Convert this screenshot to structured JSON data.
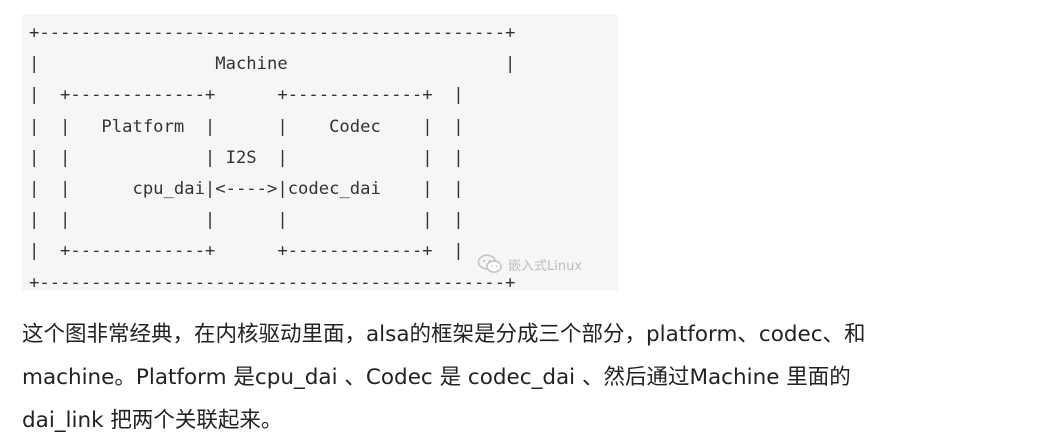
{
  "diagram": {
    "lines": [
      "+---------------------------------------------+",
      "|                 Machine                     |",
      "|  +-------------+      +-------------+  |",
      "|  |   Platform  |      |    Codec    |  |",
      "|  |             | I2S  |             |  |",
      "|  |      cpu_dai|<---->|codec_dai    |  |",
      "|  |             |      |             |  |",
      "|  +-------------+      +-------------+  |",
      "+---------------------------------------------+"
    ]
  },
  "watermark": {
    "icon": "wechat-icon",
    "text": "嵌入式Linux"
  },
  "paragraph": {
    "lines": [
      "这个图非常经典，在内核驱动里面，alsa的框架是分成三个部分，platform、codec、和",
      "machine。Platform 是cpu_dai 、Codec 是 codec_dai 、然后通过Machine 里面的",
      "dai_link 把两个关联起来。"
    ]
  }
}
